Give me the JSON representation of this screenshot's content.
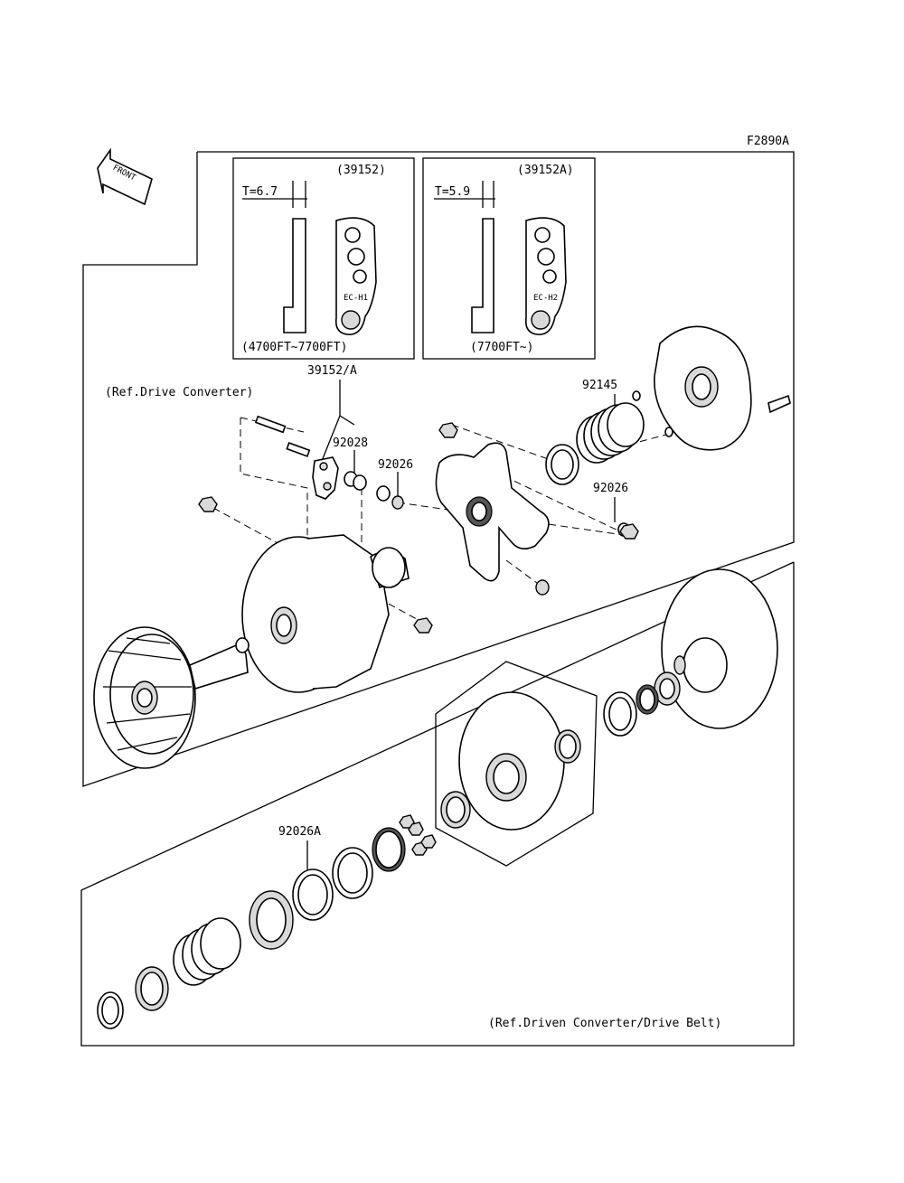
{
  "diagram": {
    "figure_code": "F2890A",
    "front_marker": "FRONT",
    "inset_1": {
      "part_no": "(39152)",
      "thickness": "T=6.7",
      "stamp": "EC-H1",
      "range": "(4700FT~7700FT)"
    },
    "inset_2": {
      "part_no": "(39152A)",
      "thickness": "T=5.9",
      "stamp": "EC-H2",
      "range": "(7700FT~)"
    },
    "callouts": {
      "weight": "39152/A",
      "ref_drive": "(Ref.Drive Converter)",
      "p92028": "92028",
      "p92026_a": "92026",
      "p92145": "92145",
      "p92026_b": "92026",
      "p92026A": "92026A",
      "ref_driven": "(Ref.Driven Converter/Drive Belt)"
    }
  }
}
